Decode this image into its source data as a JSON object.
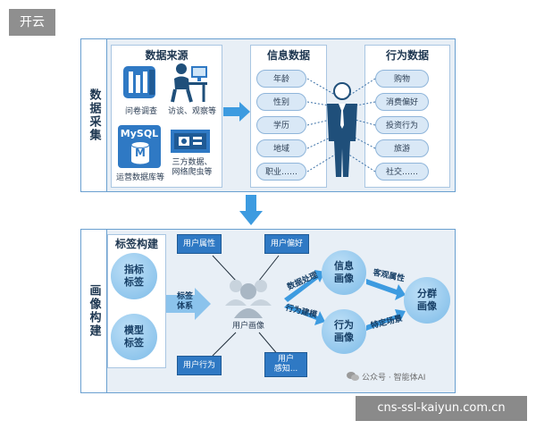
{
  "corner_tag": "开云",
  "watermark": "公众号 · 智能体AI",
  "corner_url": "cns-ssl-kaiyun.com.cn",
  "collection": {
    "section_label": "数据采集",
    "sources": {
      "title": "数据来源",
      "items": [
        {
          "label": "问卷调查",
          "icon": "questionnaire-icon"
        },
        {
          "label": "访谈、观察等",
          "icon": "interview-person-icon"
        },
        {
          "label": "运营数据库等",
          "icon": "mysql-database-icon"
        },
        {
          "label": "三方数据、\n网络爬虫等",
          "icon": "third-party-data-icon"
        }
      ],
      "mysql_text": "MySQL",
      "db_letter": "M"
    },
    "info": {
      "title": "信息数据",
      "fields": [
        "年龄",
        "性别",
        "学历",
        "地域",
        "职业……"
      ]
    },
    "behavior": {
      "title": "行为数据",
      "fields": [
        "购物",
        "消费偏好",
        "投资行为",
        "旅游",
        "社交……"
      ]
    }
  },
  "portrait": {
    "section_label": "画像构建",
    "tags": {
      "title": "标签构建",
      "indicator": "指标\n标签",
      "model": "模型\n标签"
    },
    "tag_system": "标签\n体系",
    "center_label": "用户画像",
    "corners": [
      "用户属性",
      "用户偏好",
      "用户行为",
      "用户\n感知..."
    ],
    "info_portrait": "信息\n画像",
    "behavior_portrait": "行为\n画像",
    "group_portrait": "分群\n画像",
    "arrows": [
      "数据处理",
      "行为建模",
      "客观属性",
      "特定场景"
    ]
  },
  "colors": {
    "primary_blue": "#2f79c4",
    "arrow_blue": "#3d9be0",
    "panel_bg": "#e8eff6",
    "dark_text": "#1d3650",
    "figure_blue": "#1f4f7a"
  }
}
